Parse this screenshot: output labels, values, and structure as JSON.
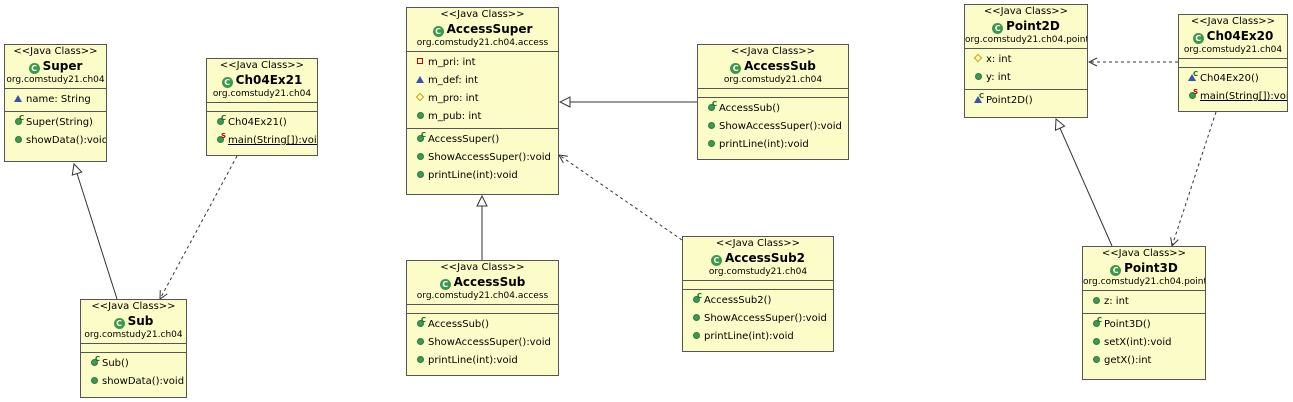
{
  "stereotype": "<<Java Class>>",
  "classes": {
    "super": {
      "name": "Super",
      "package": "org.comstudy21.ch04",
      "fields": [
        {
          "vis": "default",
          "text": "name: String"
        }
      ],
      "methods": [
        {
          "vis": "public",
          "mark": "C",
          "text": "Super(String)"
        },
        {
          "vis": "public",
          "mark": "",
          "text": "showData():void"
        }
      ]
    },
    "ch04ex21": {
      "name": "Ch04Ex21",
      "package": "org.comstudy21.ch04",
      "fields": [],
      "methods": [
        {
          "vis": "public",
          "mark": "C",
          "text": "Ch04Ex21()"
        },
        {
          "vis": "public",
          "mark": "S",
          "text": "main(String[]):void"
        }
      ]
    },
    "sub": {
      "name": "Sub",
      "package": "org.comstudy21.ch04",
      "fields": [],
      "methods": [
        {
          "vis": "public",
          "mark": "C",
          "text": "Sub()"
        },
        {
          "vis": "public",
          "mark": "",
          "text": "showData():void"
        }
      ]
    },
    "accesssuper": {
      "name": "AccessSuper",
      "package": "org.comstudy21.ch04.access",
      "fields": [
        {
          "vis": "private",
          "text": "m_pri: int"
        },
        {
          "vis": "default",
          "text": "m_def: int"
        },
        {
          "vis": "protected",
          "text": "m_pro: int"
        },
        {
          "vis": "public",
          "text": "m_pub: int"
        }
      ],
      "methods": [
        {
          "vis": "public",
          "mark": "C",
          "text": "AccessSuper()"
        },
        {
          "vis": "public",
          "mark": "",
          "text": "ShowAccessSuper():void"
        },
        {
          "vis": "public",
          "mark": "",
          "text": "printLine(int):void"
        }
      ]
    },
    "accesssub_ch04": {
      "name": "AccessSub",
      "package": "org.comstudy21.ch04",
      "fields": [],
      "methods": [
        {
          "vis": "public",
          "mark": "C",
          "text": "AccessSub()"
        },
        {
          "vis": "public",
          "mark": "",
          "text": "ShowAccessSuper():void"
        },
        {
          "vis": "public",
          "mark": "",
          "text": "printLine(int):void"
        }
      ]
    },
    "accesssub_access": {
      "name": "AccessSub",
      "package": "org.comstudy21.ch04.access",
      "fields": [],
      "methods": [
        {
          "vis": "public",
          "mark": "C",
          "text": "AccessSub()"
        },
        {
          "vis": "public",
          "mark": "",
          "text": "ShowAccessSuper():void"
        },
        {
          "vis": "public",
          "mark": "",
          "text": "printLine(int):void"
        }
      ]
    },
    "accesssub2": {
      "name": "AccessSub2",
      "package": "org.comstudy21.ch04",
      "fields": [],
      "methods": [
        {
          "vis": "public",
          "mark": "C",
          "text": "AccessSub2()"
        },
        {
          "vis": "public",
          "mark": "",
          "text": "ShowAccessSuper():void"
        },
        {
          "vis": "public",
          "mark": "",
          "text": "printLine(int):void"
        }
      ]
    },
    "point2d": {
      "name": "Point2D",
      "package": "org.comstudy21.ch04.point",
      "fields": [
        {
          "vis": "protected",
          "text": "x: int"
        },
        {
          "vis": "public",
          "text": "y: int"
        }
      ],
      "methods": [
        {
          "vis": "default",
          "mark": "C",
          "text": "Point2D()"
        }
      ]
    },
    "ch04ex20": {
      "name": "Ch04Ex20",
      "package": "org.comstudy21.ch04",
      "fields": [],
      "methods": [
        {
          "vis": "default",
          "mark": "C",
          "text": "Ch04Ex20()"
        },
        {
          "vis": "public",
          "mark": "S",
          "text": "main(String[]):void"
        }
      ]
    },
    "point3d": {
      "name": "Point3D",
      "package": "org.comstudy21.ch04.point",
      "fields": [
        {
          "vis": "public",
          "text": "z: int"
        }
      ],
      "methods": [
        {
          "vis": "public",
          "mark": "C",
          "text": "Point3D()"
        },
        {
          "vis": "public",
          "mark": "",
          "text": "setX(int):void"
        },
        {
          "vis": "public",
          "mark": "",
          "text": "getX():int"
        }
      ]
    }
  },
  "relations": [
    {
      "from": "sub",
      "to": "super",
      "kind": "generalization"
    },
    {
      "from": "ch04ex21",
      "to": "sub",
      "kind": "dependency"
    },
    {
      "from": "accesssub_ch04",
      "to": "accesssuper",
      "kind": "generalization"
    },
    {
      "from": "accesssub_access",
      "to": "accesssuper",
      "kind": "generalization"
    },
    {
      "from": "accesssub2",
      "to": "accesssuper",
      "kind": "dependency"
    },
    {
      "from": "ch04ex20",
      "to": "point2d",
      "kind": "dependency"
    },
    {
      "from": "point3d",
      "to": "point2d",
      "kind": "generalization"
    },
    {
      "from": "ch04ex20",
      "to": "point3d",
      "kind": "dependency"
    }
  ],
  "colors": {
    "class_fill": "#fcfcc8",
    "class_border": "#555555",
    "icon_green": "#3a9a4a",
    "line": "#333333"
  }
}
